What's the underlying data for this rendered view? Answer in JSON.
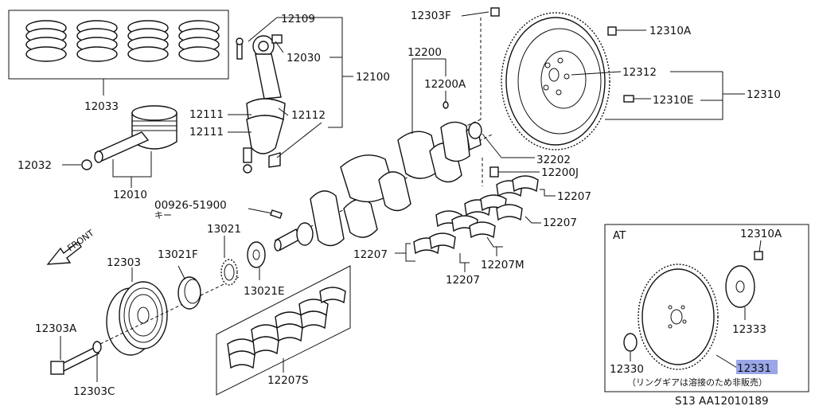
{
  "labels": {
    "p12109": "12109",
    "p12030": "12030",
    "p12100": "12100",
    "p12111a": "12111",
    "p12111b": "12111",
    "p12112": "12112",
    "p12033": "12033",
    "p12032": "12032",
    "p12010": "12010",
    "p12303F": "12303F",
    "p12200": "12200",
    "p12200A": "12200A",
    "p12310A": "12310A",
    "p12312": "12312",
    "p12310": "12310",
    "p12310E": "12310E",
    "p32202": "32202",
    "p12200J": "12200J",
    "p12207a": "12207",
    "p12207b": "12207",
    "p12207c": "12207",
    "p12207d": "12207",
    "p12207M": "12207M",
    "p12207S": "12207S",
    "p00926": "00926-51900",
    "key": "キー",
    "front": "FRONT",
    "p13021": "13021",
    "p13021F": "13021F",
    "p13021E": "13021E",
    "p12303": "12303",
    "p12303A": "12303A",
    "p12303C": "12303C",
    "at": "AT",
    "p12310A_at": "12310A",
    "p12333": "12333",
    "p12330": "12330",
    "p12331": "12331",
    "note": "（リングギアは溶接のため非販売）",
    "code": "S13    AA12010189"
  },
  "icons": {
    "front_arrow": "front-arrow-icon"
  },
  "colors": {
    "highlight": "#9aa6e8",
    "ink": "#111111"
  }
}
